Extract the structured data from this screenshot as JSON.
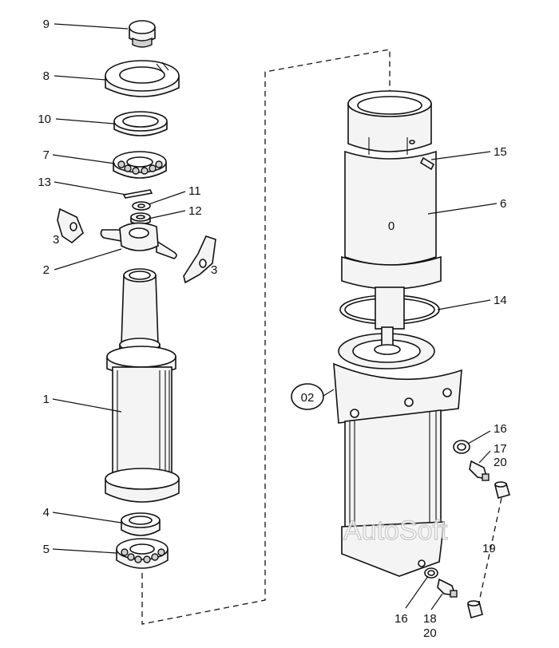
{
  "labels": {
    "p1": "1",
    "p2": "2",
    "p3a": "3",
    "p3b": "3",
    "p4": "4",
    "p5": "5",
    "p6": "6",
    "p7": "7",
    "p8": "8",
    "p9": "9",
    "p10": "10",
    "p11": "11",
    "p12": "12",
    "p13": "13",
    "p14": "14",
    "p15": "15",
    "p16a": "16",
    "p16b": "16",
    "p17": "17",
    "p18": "18",
    "p19": "19",
    "p20a": "20",
    "p20b": "20",
    "body_mark": "0",
    "callout": "02"
  },
  "watermark": "AutoSoft"
}
